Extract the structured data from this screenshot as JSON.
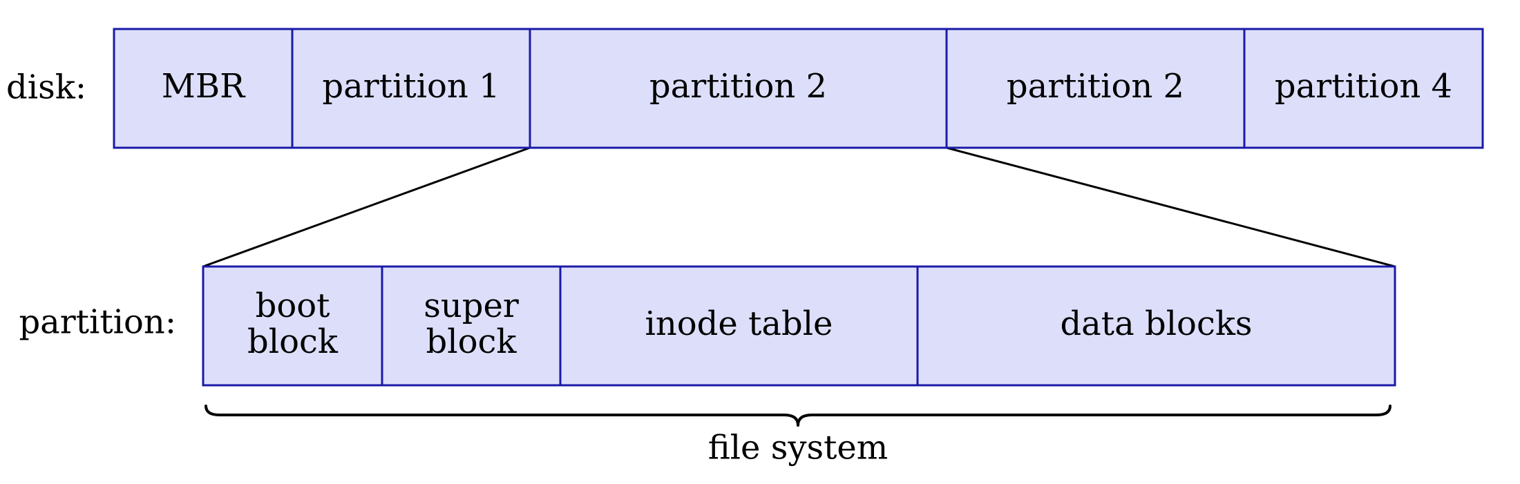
{
  "colors": {
    "box_fill": "#dddffa",
    "box_stroke": "#1a1aa8",
    "line": "#000000"
  },
  "disk": {
    "label": "disk:",
    "segments": [
      {
        "name": "segment-mbr",
        "label": "MBR"
      },
      {
        "name": "segment-partition-1",
        "label": "partition 1"
      },
      {
        "name": "segment-partition-2",
        "label": "partition 2"
      },
      {
        "name": "segment-partition-3",
        "label": "partition 2"
      },
      {
        "name": "segment-partition-4",
        "label": "partition 4"
      }
    ]
  },
  "partition": {
    "label": "partition:",
    "segments": [
      {
        "name": "segment-boot-block",
        "label": "boot\nblock"
      },
      {
        "name": "segment-super-block",
        "label": "super\nblock"
      },
      {
        "name": "segment-inode-table",
        "label": "inode table"
      },
      {
        "name": "segment-data-blocks",
        "label": "data blocks"
      }
    ]
  },
  "file_system": {
    "label": "file system"
  }
}
